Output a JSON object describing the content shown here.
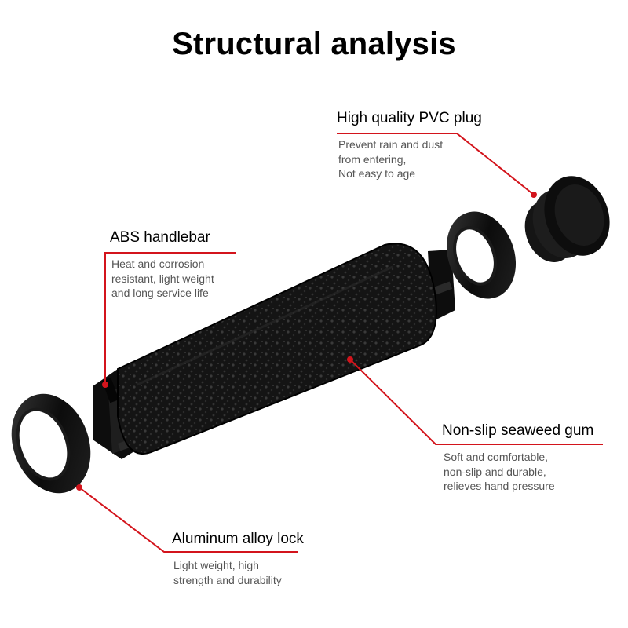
{
  "title": "Structural analysis",
  "colors": {
    "accent": "#d3141c",
    "part": "#0f0f0f"
  },
  "callouts": {
    "plug": {
      "title": "High quality PVC plug",
      "lines": [
        "Prevent rain and dust",
        "from entering,",
        "Not easy to age"
      ]
    },
    "handlebar": {
      "title": "ABS handlebar",
      "lines": [
        "Heat and corrosion",
        "resistant, light weight",
        "and long service life"
      ]
    },
    "gum": {
      "title": "Non-slip seaweed gum",
      "lines": [
        "Soft and comfortable,",
        "non-slip and durable,",
        "relieves hand pressure"
      ]
    },
    "lock": {
      "title": "Aluminum alloy lock",
      "lines": [
        "Light weight, high",
        "strength and durability"
      ]
    }
  }
}
